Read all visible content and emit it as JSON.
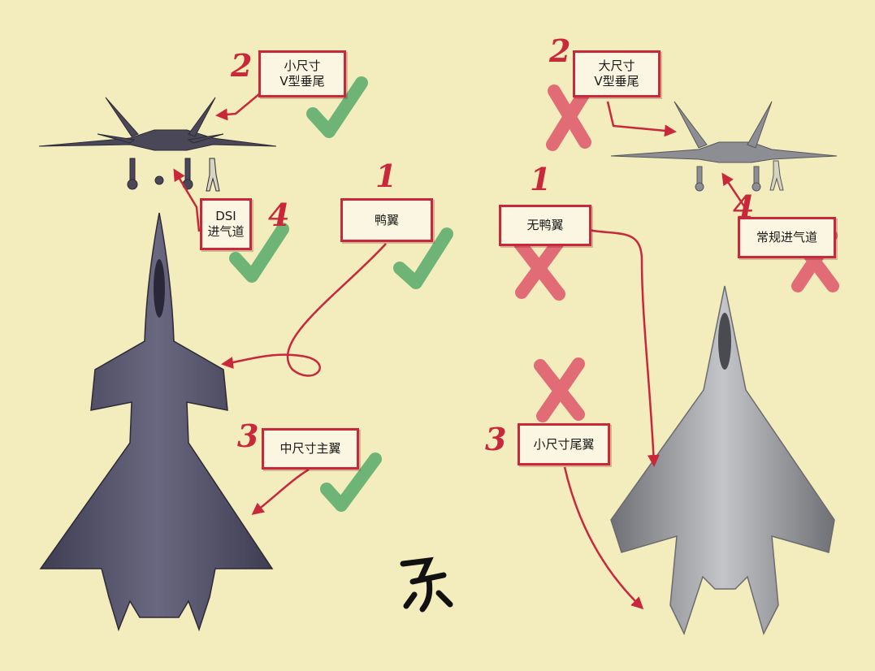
{
  "annotations": {
    "left": {
      "canard": {
        "number": "1",
        "label": "鸭翼",
        "verdict": "check"
      },
      "tail": {
        "number": "2",
        "label": "小尺寸\nV型垂尾",
        "verdict": "check"
      },
      "wing": {
        "number": "3",
        "label": "中尺寸主翼",
        "verdict": "check"
      },
      "intake": {
        "number": "4",
        "label": "DSI\n进气道",
        "verdict": "check"
      }
    },
    "right": {
      "canard": {
        "number": "1",
        "label": "无鸭翼",
        "verdict": "cross"
      },
      "tail": {
        "number": "2",
        "label": "大尺寸\nV型垂尾",
        "verdict": "cross"
      },
      "wing": {
        "number": "3",
        "label": "小尺寸尾翼",
        "verdict": "cross"
      },
      "intake": {
        "number": "4",
        "label": "常规进气道",
        "verdict": "cross"
      }
    }
  },
  "colors": {
    "background": "#f3ecbc",
    "accent_red": "#c8283a",
    "check_green": "#5fae6e",
    "cross_red": "#e0566a",
    "left_jet": "#5c5a6e",
    "right_jet": "#9a9ba0"
  },
  "icons": [
    "check-icon",
    "cross-icon",
    "arrow-icon",
    "signature-mark"
  ]
}
